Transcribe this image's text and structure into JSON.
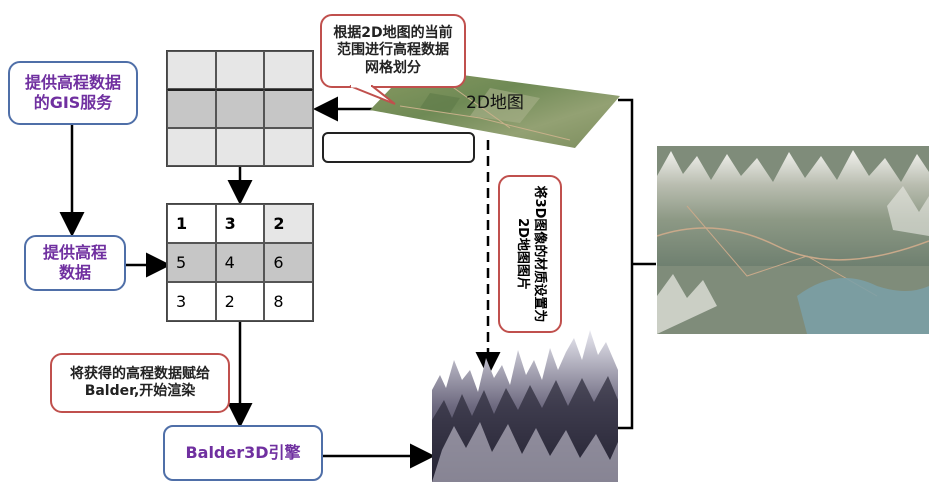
{
  "boxes": {
    "gis_service": "提供高程数据的GIS服务",
    "provide_elevation": "提供高程数据",
    "grid_division": "根据2D地图的当前范围进行高程数据网格划分",
    "assign_elevation": "将获得的高程数据赋给Balder,开始渲染",
    "engine": "Balder3D引擎",
    "texture_note": "将3D图像的材质设置为2D地图图片"
  },
  "map_label": "2D地图",
  "elevation_grid": [
    [
      "1",
      "3",
      "2"
    ],
    [
      "5",
      "4",
      "6"
    ],
    [
      "3",
      "2",
      "8"
    ]
  ],
  "colors": {
    "blue_border": "#4f6fa8",
    "red_border": "#c0504d",
    "purple_text": "#7030a0"
  }
}
